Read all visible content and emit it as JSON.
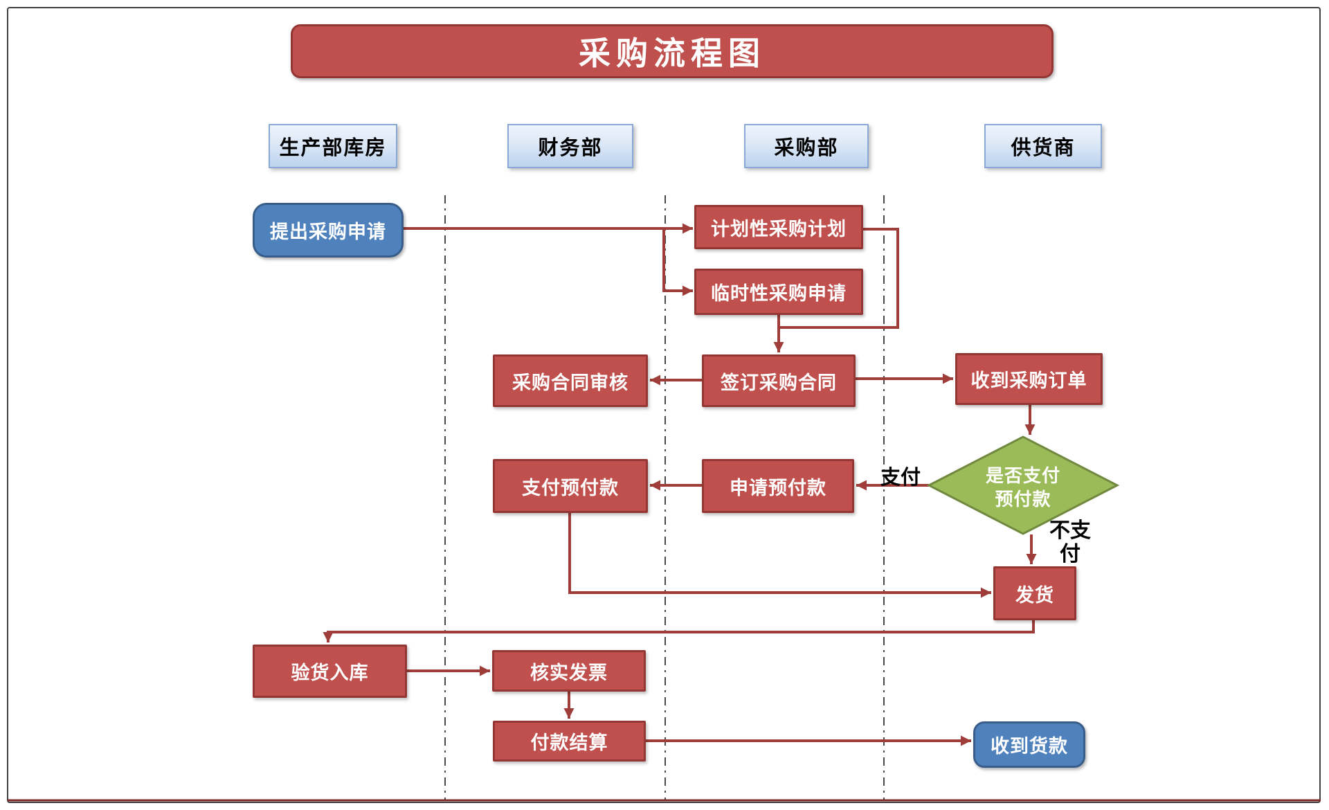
{
  "title": "采购流程图",
  "lanes": [
    {
      "label": "生产部库房"
    },
    {
      "label": "财务部"
    },
    {
      "label": "采购部"
    },
    {
      "label": "供货商"
    }
  ],
  "nodes": {
    "propose_request": {
      "label": "提出采购申请",
      "type": "start",
      "lane": "生产部库房"
    },
    "planned_plan": {
      "label": "计划性采购计划",
      "type": "process",
      "lane": "采购部"
    },
    "temp_request": {
      "label": "临时性采购申请",
      "type": "process",
      "lane": "采购部"
    },
    "contract_review": {
      "label": "采购合同审核",
      "type": "process",
      "lane": "财务部"
    },
    "sign_contract": {
      "label": "签订采购合同",
      "type": "process",
      "lane": "采购部"
    },
    "receive_order": {
      "label": "收到采购订单",
      "type": "process",
      "lane": "供货商"
    },
    "decision_prepay": {
      "line1": "是否支付",
      "line2": "预付款",
      "type": "decision",
      "lane": "供货商"
    },
    "pay_prepay": {
      "label": "支付预付款",
      "type": "process",
      "lane": "财务部"
    },
    "apply_prepay": {
      "label": "申请预付款",
      "type": "process",
      "lane": "采购部"
    },
    "ship": {
      "label": "发货",
      "type": "process",
      "lane": "供货商"
    },
    "inspect_warehouse": {
      "label": "验货入库",
      "type": "process",
      "lane": "生产部库房"
    },
    "verify_invoice": {
      "label": "核实发票",
      "type": "process",
      "lane": "财务部"
    },
    "payment_settle": {
      "label": "付款结算",
      "type": "process",
      "lane": "财务部"
    },
    "receive_payment": {
      "label": "收到货款",
      "type": "end",
      "lane": "供货商"
    }
  },
  "edge_labels": {
    "pay": "支付",
    "no_pay_line1": "不支",
    "no_pay_line2": "付"
  },
  "edges": [
    {
      "from": "propose_request",
      "to": "planned_plan",
      "label": ""
    },
    {
      "from": "propose_request",
      "to": "temp_request",
      "label": ""
    },
    {
      "from": "planned_plan",
      "to": "sign_contract",
      "label": ""
    },
    {
      "from": "temp_request",
      "to": "sign_contract",
      "label": ""
    },
    {
      "from": "sign_contract",
      "to": "contract_review",
      "label": ""
    },
    {
      "from": "sign_contract",
      "to": "receive_order",
      "label": ""
    },
    {
      "from": "receive_order",
      "to": "decision_prepay",
      "label": ""
    },
    {
      "from": "decision_prepay",
      "to": "apply_prepay",
      "label": "支付"
    },
    {
      "from": "apply_prepay",
      "to": "pay_prepay",
      "label": ""
    },
    {
      "from": "decision_prepay",
      "to": "ship",
      "label": "不支付"
    },
    {
      "from": "pay_prepay",
      "to": "ship",
      "label": ""
    },
    {
      "from": "ship",
      "to": "inspect_warehouse",
      "label": ""
    },
    {
      "from": "inspect_warehouse",
      "to": "verify_invoice",
      "label": ""
    },
    {
      "from": "verify_invoice",
      "to": "payment_settle",
      "label": ""
    },
    {
      "from": "payment_settle",
      "to": "receive_payment",
      "label": ""
    }
  ],
  "colors": {
    "process_fill": "#C0504D",
    "process_border": "#943634",
    "terminal_fill": "#4F81BD",
    "terminal_border": "#385D8A",
    "decision_fill": "#9BBB59",
    "decision_border": "#71893F",
    "connector": "#9E3D39",
    "lane_line": "#1a1a1a",
    "bottom_line": "#7B2927",
    "header_fill_top": "#EFF4FC",
    "header_fill_bottom": "#BCD2EE",
    "header_border": "#8AA8D6",
    "title_fill": "#C0504D",
    "title_border": "#943634"
  }
}
